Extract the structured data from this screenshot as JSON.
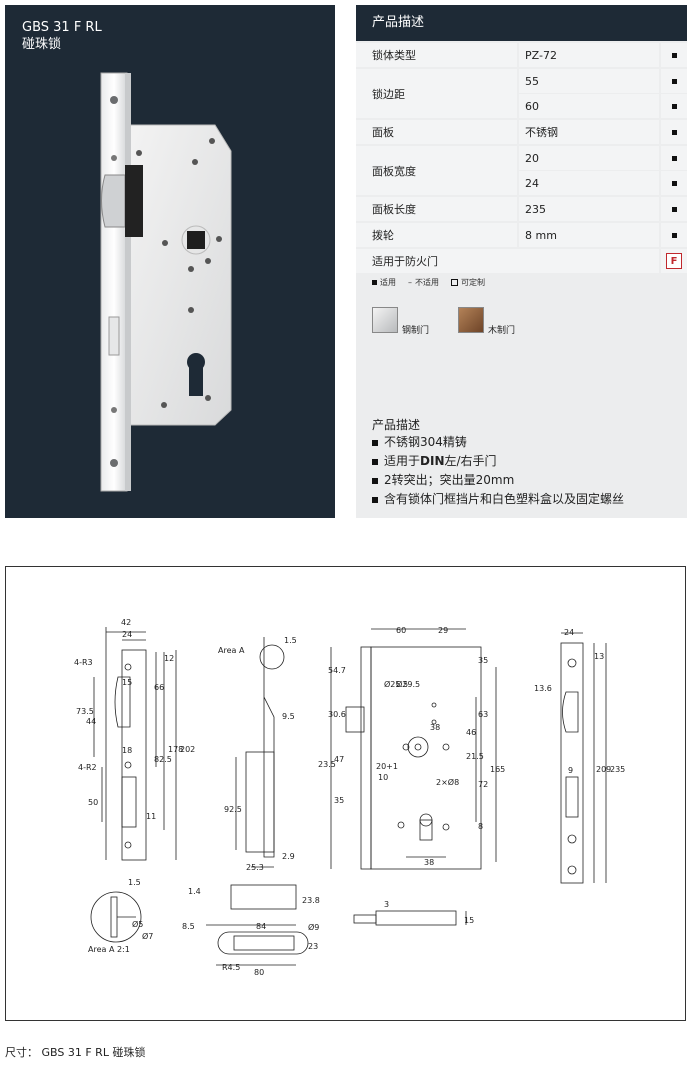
{
  "product": {
    "code": "GBS 31 F RL",
    "name": "碰珠锁"
  },
  "spec": {
    "header": "产品描述",
    "rows": [
      {
        "label": "锁体类型",
        "value": "PZ-72"
      },
      {
        "label": "锁边距",
        "value": "55"
      },
      {
        "label": "",
        "value": "60"
      },
      {
        "label": "面板",
        "value": "不锈钢"
      },
      {
        "label": "面板宽度",
        "value": "20"
      },
      {
        "label": "",
        "value": "24"
      },
      {
        "label": "面板长度",
        "value": "235"
      },
      {
        "label": "拨轮",
        "value": "8 mm"
      },
      {
        "label": "适用于防火门",
        "value": "F"
      }
    ],
    "legend": {
      "applicable": "适用",
      "not_applicable": "不适用",
      "customizable": "可定制",
      "dash": "–"
    },
    "doors": [
      {
        "label": "钢制门",
        "color": "#c9cbcd"
      },
      {
        "label": "木制门",
        "color": "#8a5a3a"
      }
    ]
  },
  "description": {
    "title": "产品描述",
    "items": [
      {
        "pre": "不锈钢304精铸",
        "bold": "",
        "post": ""
      },
      {
        "pre": "适用于",
        "bold": "DIN",
        "post": "左/右手门"
      },
      {
        "pre": "2转突出；突出量20mm",
        "bold": "",
        "post": ""
      },
      {
        "pre": "含有锁体门框挡片和白色塑料盒以及固定螺丝",
        "bold": "",
        "post": ""
      }
    ]
  },
  "drawing": {
    "labels": {
      "d42": "42",
      "d24": "24",
      "r3": "4-R3",
      "d12": "12",
      "d66": "66",
      "d15": "15",
      "d735": "73.5",
      "d44": "44",
      "d18": "18",
      "r2": "4-R2",
      "d825": "82.5",
      "d178": "178",
      "d202": "202",
      "d50": "50",
      "d11": "11",
      "area_a": "Area A",
      "d15b": "1.5",
      "d95": "9.5",
      "d925": "92.5",
      "d253": "25.3",
      "d29": "2.9",
      "d60": "60",
      "d29b": "29",
      "d35": "35",
      "d547": "54.7",
      "d255": "Ø25.5",
      "d295": "Ø29.5",
      "d306": "30.6",
      "d38": "38",
      "d46": "46",
      "d63": "63",
      "d235": "23.5",
      "d47": "47",
      "d2xo8": "2×Ø8",
      "d215": "21.5",
      "d201": "20+1",
      "d10": "10",
      "d72": "72",
      "d165": "165",
      "d35b": "35",
      "d8": "8",
      "d38b": "38",
      "d24b": "24",
      "d13": "13",
      "d136": "13.6",
      "d9": "9",
      "d209": "209",
      "d235b": "235",
      "d15c": "1.5",
      "d25": "Ø5",
      "d7": "Ø7",
      "area_a21": "Area A 2:1",
      "d14": "1.4",
      "d238": "23.8",
      "d85": "8.5",
      "d84": "84",
      "do9": "Ø9",
      "d23": "23",
      "dr45": "R4.5",
      "d80": "80",
      "d3": "3",
      "d15d": "15"
    }
  },
  "caption": "尺寸：  GBS 31 F RL   碰珠锁"
}
